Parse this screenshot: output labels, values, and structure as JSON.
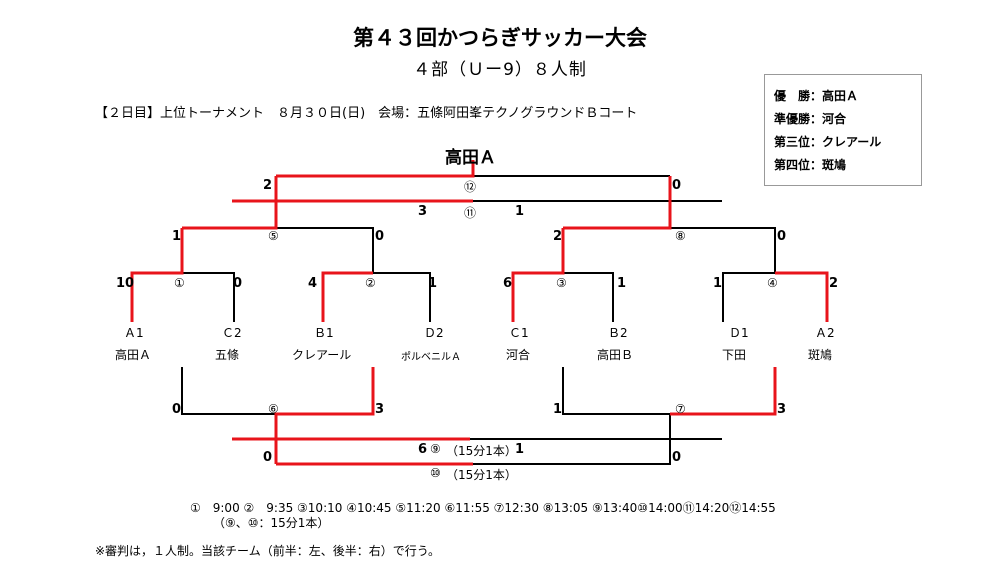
{
  "header": {
    "title": "第４３回かつらぎサッカー大会",
    "subtitle": "４部（Ｕー9）８人制",
    "info": "【２日目】上位トーナメント　８月３０日(日)　会場：五條阿田峯テクノグラウンドＢコート"
  },
  "results": [
    {
      "label": "優　勝：",
      "value": "高田Ａ"
    },
    {
      "label": "準優勝：",
      "value": "河合"
    },
    {
      "label": "第三位：",
      "value": "クレアール"
    },
    {
      "label": "第四位：",
      "value": "斑鳩"
    }
  ],
  "champion": "高田Ａ",
  "teams": [
    {
      "seed": "Ａ1",
      "name": "高田Ａ"
    },
    {
      "seed": "Ｃ2",
      "name": "五條"
    },
    {
      "seed": "Ｂ1",
      "name": "クレアール"
    },
    {
      "seed": "Ｄ2",
      "name": "ポルベニルＡ"
    },
    {
      "seed": "Ｃ1",
      "name": "河合"
    },
    {
      "seed": "Ｂ2",
      "name": "高田Ｂ"
    },
    {
      "seed": "Ｄ1",
      "name": "下田"
    },
    {
      "seed": "Ａ2",
      "name": "斑鳩"
    }
  ],
  "matches": {
    "m1": {
      "num": "①",
      "left": "10",
      "right": "0"
    },
    "m2": {
      "num": "②",
      "left": "4",
      "right": "1"
    },
    "m3": {
      "num": "③",
      "left": "6",
      "right": "1"
    },
    "m4": {
      "num": "④",
      "left": "1",
      "right": "2"
    },
    "m5": {
      "num": "⑤",
      "left": "1",
      "right": "0"
    },
    "m8": {
      "num": "⑧",
      "left": "2",
      "right": "0"
    },
    "m12": {
      "num": "⑫",
      "left": "2",
      "right": "0"
    },
    "m11": {
      "num": "⑪",
      "left": "3",
      "right": "1"
    },
    "m6": {
      "num": "⑥",
      "left": "0",
      "right": "3"
    },
    "m7": {
      "num": "⑦",
      "left": "1",
      "right": "3"
    },
    "m9": {
      "num": "⑨",
      "note": "（15分1本）",
      "left": "6",
      "right": "1"
    },
    "m10": {
      "num": "⑩",
      "note": "（15分1本）",
      "left": "0",
      "right": "0"
    }
  },
  "schedule": "①　9:00 ②　9:35 ③10:10 ④10:45 ⑤11:20 ⑥11:55 ⑦12:30 ⑧13:05 ⑨13:40⑩14:00⑪14:20⑫14:55",
  "schedule_note": "（⑨、⑩：15分1本）",
  "footnote": "※審判は，１人制。当該チーム（前半：左、後半：右）で行う。",
  "colors": {
    "winner_line": "#e8141b",
    "line": "#000000"
  }
}
